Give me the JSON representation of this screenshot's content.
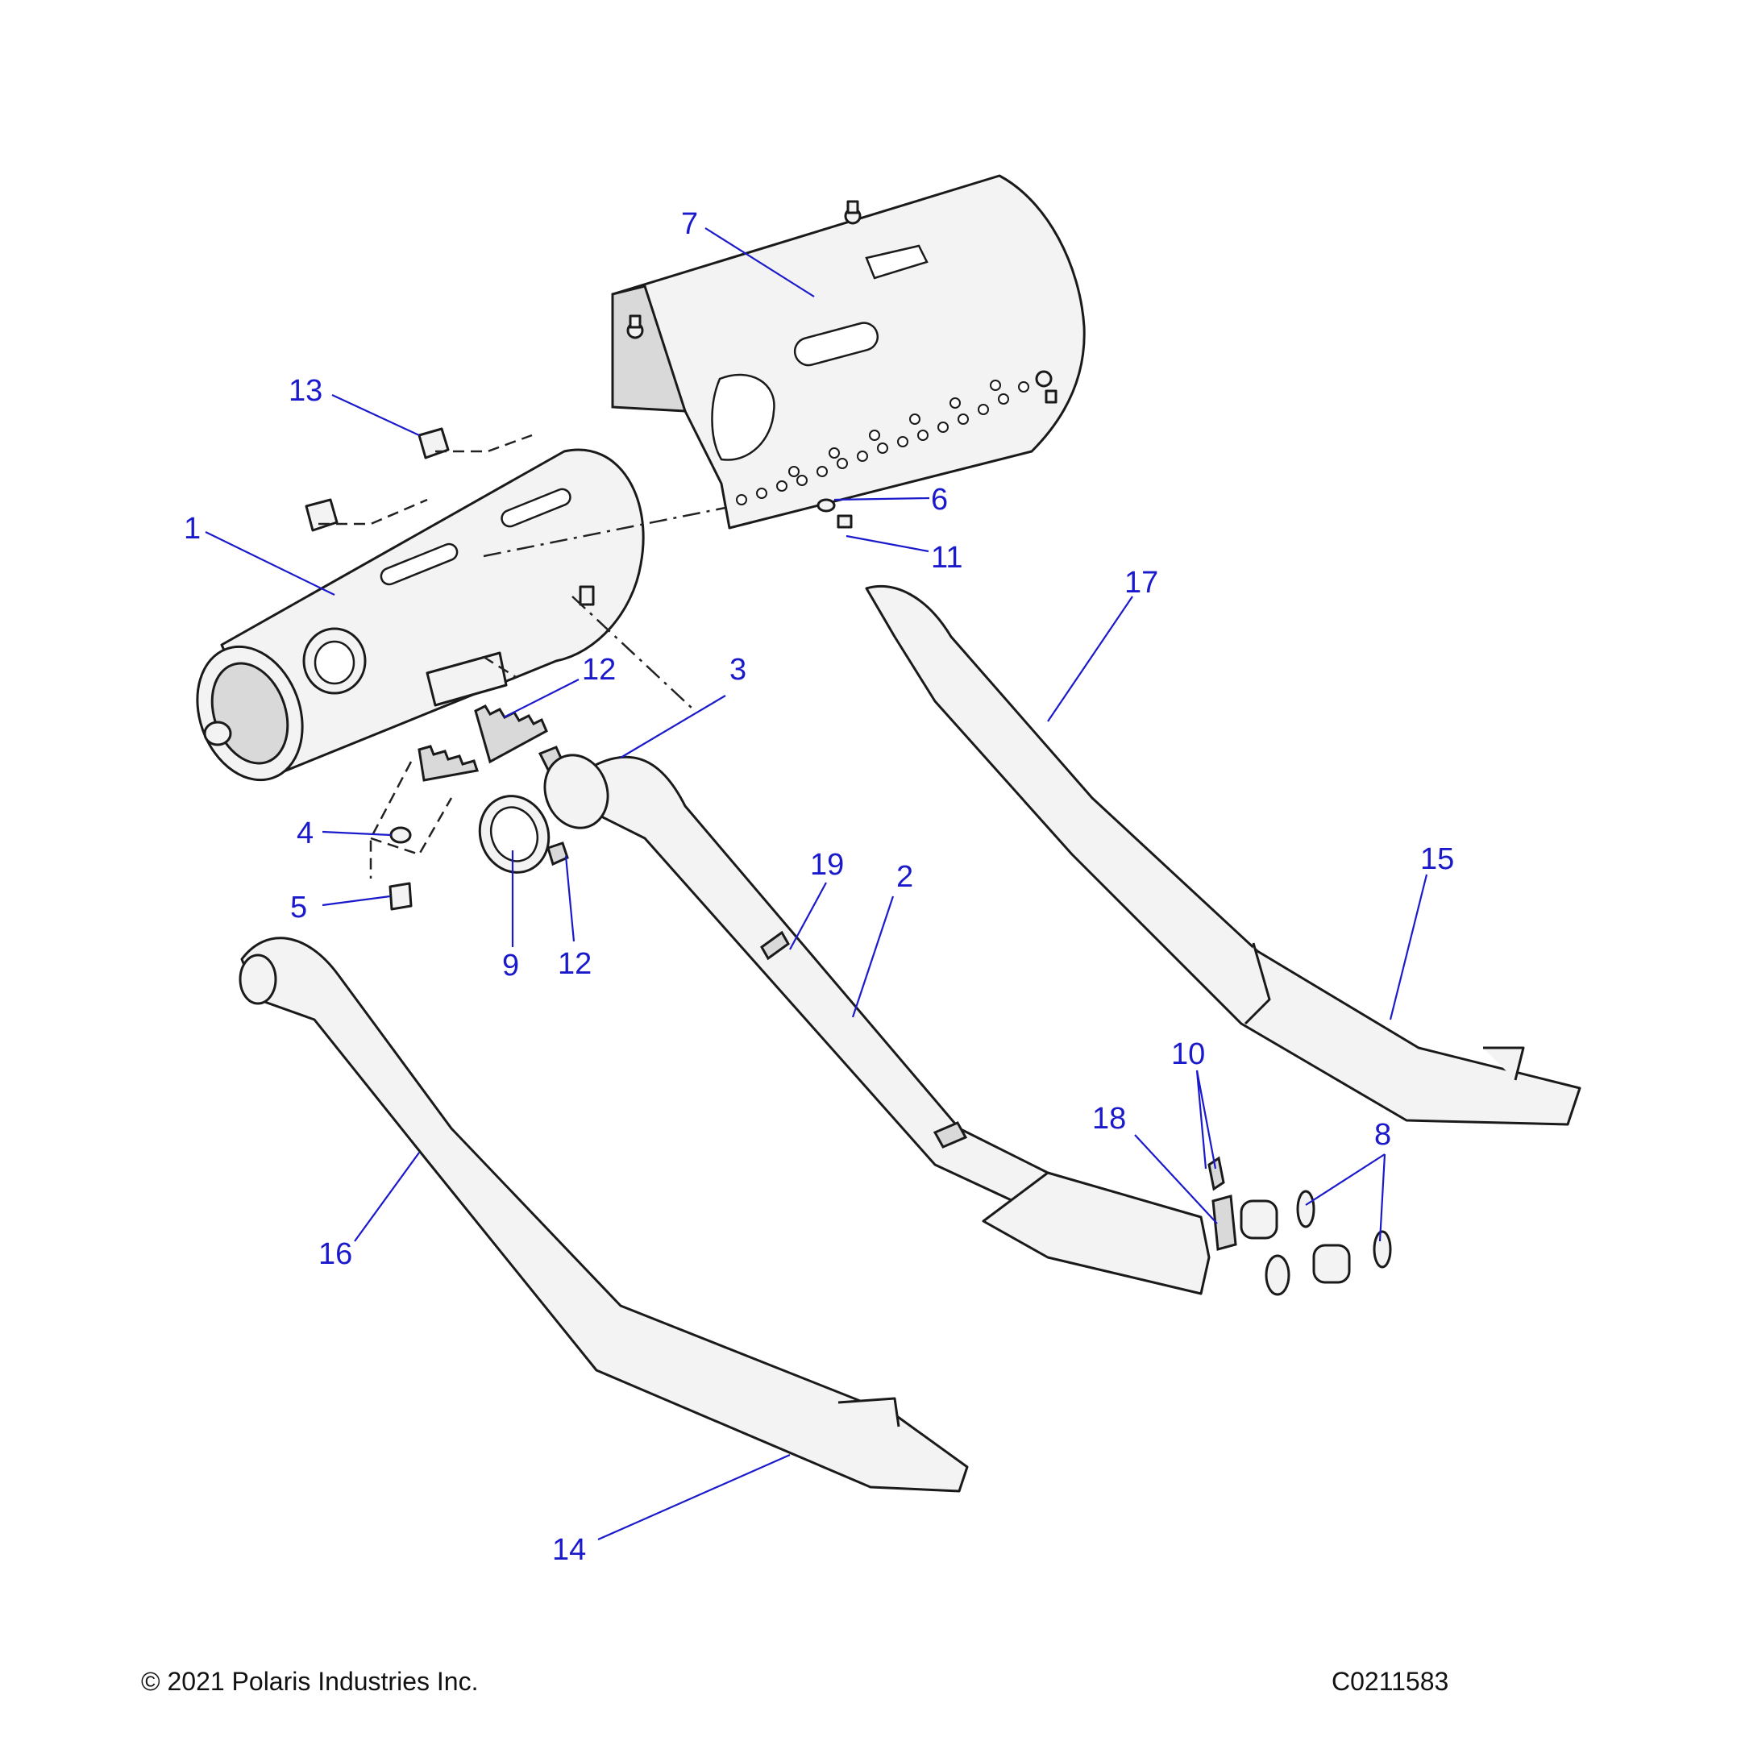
{
  "colors": {
    "callout": "#1a1acc",
    "line": "#1a1a1a",
    "part_fill": "#f3f3f3"
  },
  "callouts": [
    {
      "id": "c1",
      "label": "1"
    },
    {
      "id": "c2",
      "label": "2"
    },
    {
      "id": "c3",
      "label": "3"
    },
    {
      "id": "c4",
      "label": "4"
    },
    {
      "id": "c5",
      "label": "5"
    },
    {
      "id": "c6",
      "label": "6"
    },
    {
      "id": "c7",
      "label": "7"
    },
    {
      "id": "c8",
      "label": "8"
    },
    {
      "id": "c9",
      "label": "9"
    },
    {
      "id": "c10",
      "label": "10"
    },
    {
      "id": "c11",
      "label": "11"
    },
    {
      "id": "c12a",
      "label": "12"
    },
    {
      "id": "c12b",
      "label": "12"
    },
    {
      "id": "c13",
      "label": "13"
    },
    {
      "id": "c14",
      "label": "14"
    },
    {
      "id": "c15",
      "label": "15"
    },
    {
      "id": "c16",
      "label": "16"
    },
    {
      "id": "c17",
      "label": "17"
    },
    {
      "id": "c18",
      "label": "18"
    },
    {
      "id": "c19",
      "label": "19"
    }
  ],
  "footer": {
    "copyright": "© 2021 Polaris Industries Inc.",
    "drawing_number": "C0211583"
  }
}
